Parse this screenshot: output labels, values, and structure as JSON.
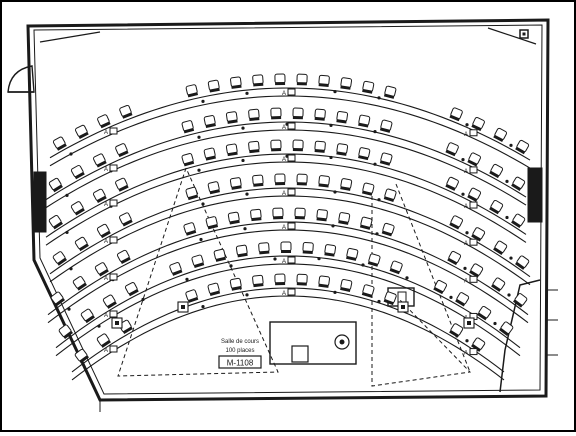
{
  "room": {
    "label_line1": "Salle de cours",
    "label_line2": "100 places",
    "code": "M-1108"
  },
  "seat_letter": "A",
  "icons": {
    "seat": "chair-icon",
    "door": "door-swing-icon",
    "desk": "lecturer-desk-icon",
    "sink": "sink-icon",
    "projector": "projector-icon"
  },
  "colors": {
    "line": "#1a1a1a",
    "background": "#ffffff",
    "frame": "#000000"
  }
}
